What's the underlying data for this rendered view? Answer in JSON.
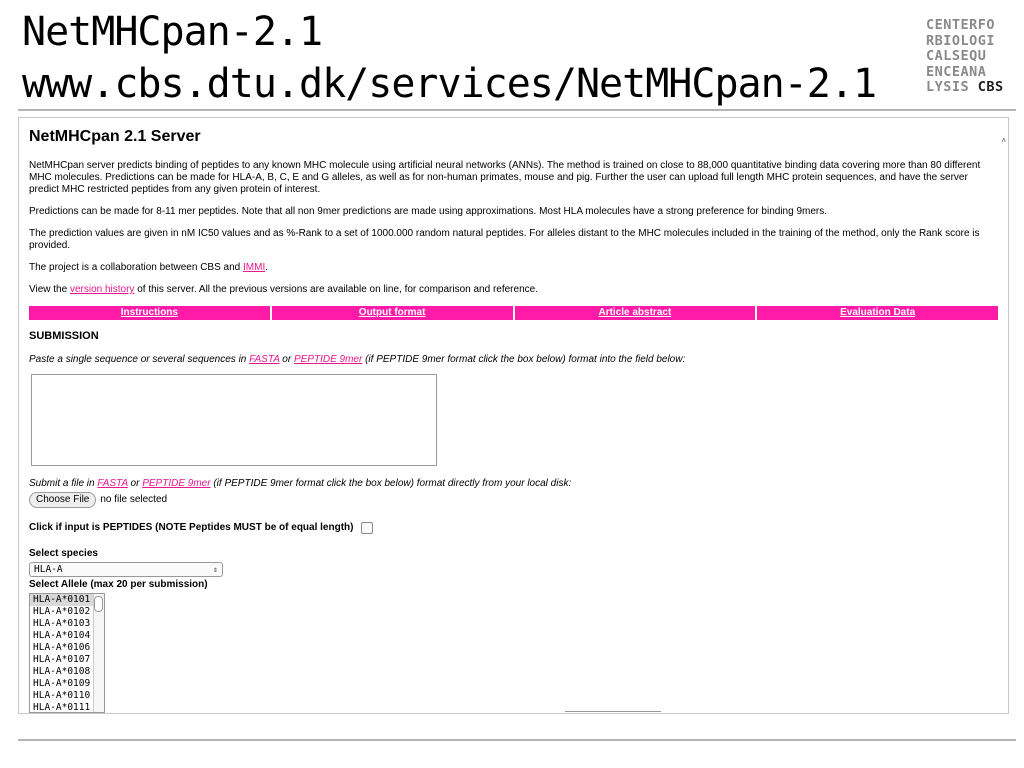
{
  "slide": {
    "title_line1": "NetMHCpan-2.1",
    "title_line2": "www.cbs.dtu.dk/services/NetMHCpan-2.1",
    "logo_lines": [
      "CENTERFO",
      "RBIOLOGI",
      "CALSEQU",
      "ENCEANA",
      "LYSIS"
    ],
    "logo_cbs": "CBS"
  },
  "web": {
    "heading": "NetMHCpan 2.1 Server",
    "intro": "NetMHCpan server predicts binding of peptides to any known MHC molecule using artificial neural networks (ANNs). The method is trained on close to 88,000 quantitative binding data covering more than 80 different MHC molecules. Predictions can be made for HLA-A, B, C, E and G alleles, as well as for non-human primates, mouse and pig. Further the user can upload full length MHC protein sequences, and have the server predict MHC restricted peptides from any given protein of interest.",
    "predictions": "Predictions can be made for 8-11 mer peptides. Note that all non 9mer predictions are made using approximations. Most HLA molecules have a strong preference for binding 9mers.",
    "values": "The prediction values are given in nM IC50 values and as %-Rank to a set of 1000.000 random natural peptides. For alleles distant to the MHC molecules included in the training of the method, only the Rank score is provided.",
    "collab_pre": "The project is a collaboration between CBS and ",
    "collab_link": "IMMI",
    "collab_post": ".",
    "view_pre": "View the ",
    "view_link": "version history",
    "view_post": " of this server. All the previous versions are available on line, for comparison and reference.",
    "nav": [
      "Instructions",
      "Output format",
      "Article abstract",
      "Evaluation Data"
    ],
    "submission_heading": "SUBMISSION",
    "paste_pre": "Paste a single sequence or several sequences in ",
    "fasta_link": "FASTA",
    "or_text": " or ",
    "peptide_link": "PEPTIDE 9mer",
    "paste_post": " (if PEPTIDE 9mer format click the box below) format into the field below:",
    "submit_pre": "Submit a file in ",
    "submit_post": " (if PEPTIDE 9mer format click the box below) format directly from your local disk:",
    "choose_file_label": "Choose File",
    "no_file_text": "no file selected",
    "peptides_label": "Click if input is PEPTIDES (NOTE Peptides MUST be of equal length)",
    "species_label": "Select species",
    "species_value": "HLA-A",
    "allele_label": "Select Allele (max 20 per submission)",
    "alleles": [
      "HLA-A*0101",
      "HLA-A*0102",
      "HLA-A*0103",
      "HLA-A*0104",
      "HLA-A*0106",
      "HLA-A*0107",
      "HLA-A*0108",
      "HLA-A*0109",
      "HLA-A*0110",
      "HLA-A*0111"
    ],
    "corner_mark": "˄"
  },
  "colors": {
    "accent_pink": "#ff1aa8",
    "link_pink": "#e8188f",
    "logo_gray": "#8a8a8a"
  }
}
